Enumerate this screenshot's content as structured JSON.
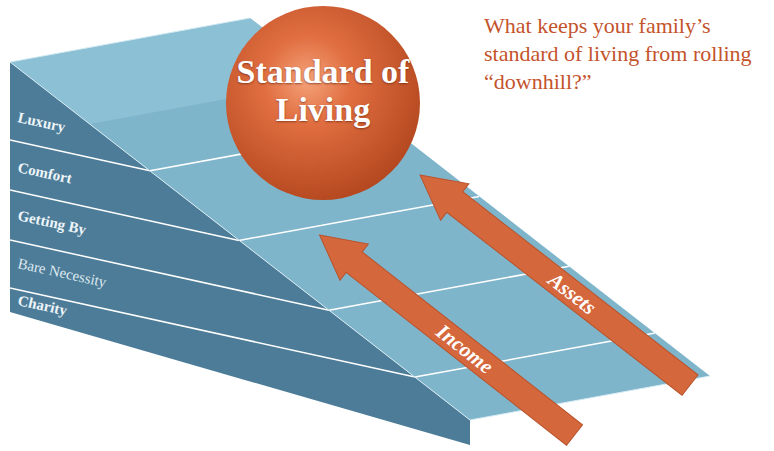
{
  "diagram": {
    "nodes": [
      {
        "text": [
          "Standard of Living"
        ]
      },
      {
        "text": [
          "Income"
        ]
      },
      {
        "text": [
          "Assets"
        ]
      }
    ],
    "labels": [
      "What keeps your family’s standard of living from rolling “downhill?”",
      "Luxury",
      "Comfort",
      "Getting By",
      "Bare Necessity",
      "Charity"
    ]
  }
}
